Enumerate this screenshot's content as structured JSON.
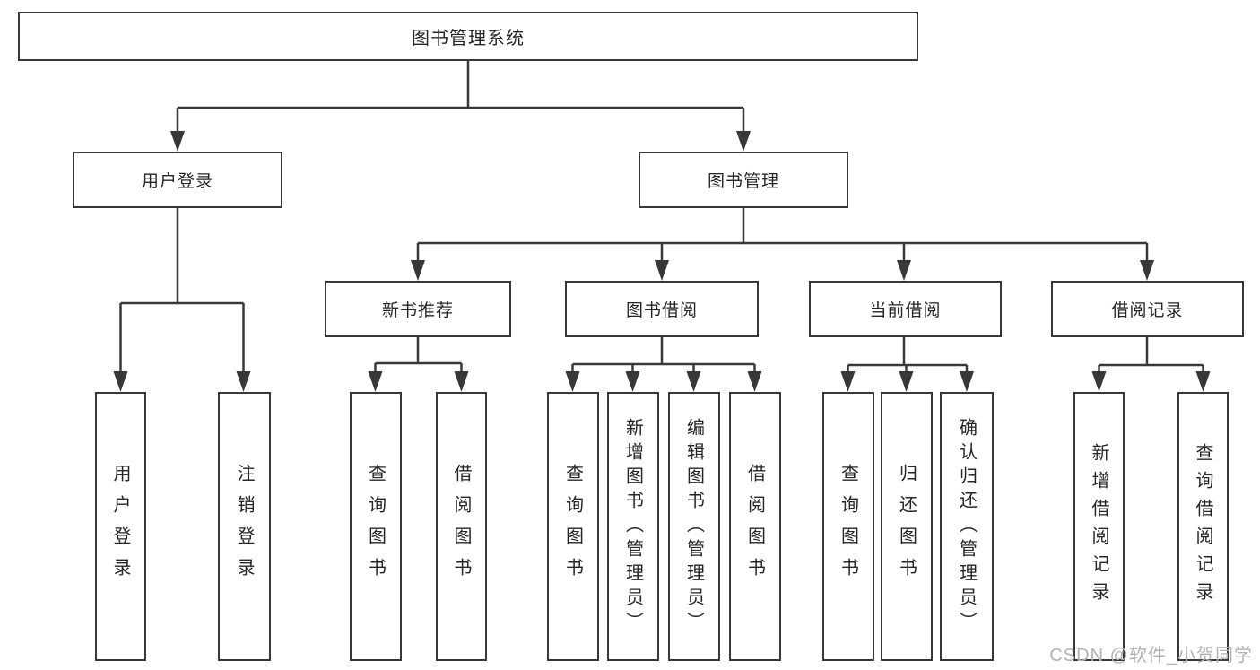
{
  "diagram_type": "hierarchy-tree",
  "tree": {
    "label": "图书管理系统",
    "children": [
      {
        "label": "用户登录",
        "children": [
          {
            "label": "用户登录"
          },
          {
            "label": "注销登录"
          }
        ]
      },
      {
        "label": "图书管理",
        "children": [
          {
            "label": "新书推荐",
            "children": [
              {
                "label": "查询图书"
              },
              {
                "label": "借阅图书"
              }
            ]
          },
          {
            "label": "图书借阅",
            "children": [
              {
                "label": "查询图书"
              },
              {
                "label": "新增图书（管理员）"
              },
              {
                "label": "编辑图书（管理员）"
              },
              {
                "label": "借阅图书"
              }
            ]
          },
          {
            "label": "当前借阅",
            "children": [
              {
                "label": "查询图书"
              },
              {
                "label": "归还图书"
              },
              {
                "label": "确认归还（管理员）"
              }
            ]
          },
          {
            "label": "借阅记录",
            "children": [
              {
                "label": "新增借阅记录"
              },
              {
                "label": "查询借阅记录"
              }
            ]
          }
        ]
      }
    ]
  },
  "watermark": {
    "text": "CSDN @软件_小贺同学"
  },
  "colors": {
    "line": "#383838",
    "text": "#262626",
    "background": "#ffffff",
    "watermark": "#b2b2b2"
  }
}
